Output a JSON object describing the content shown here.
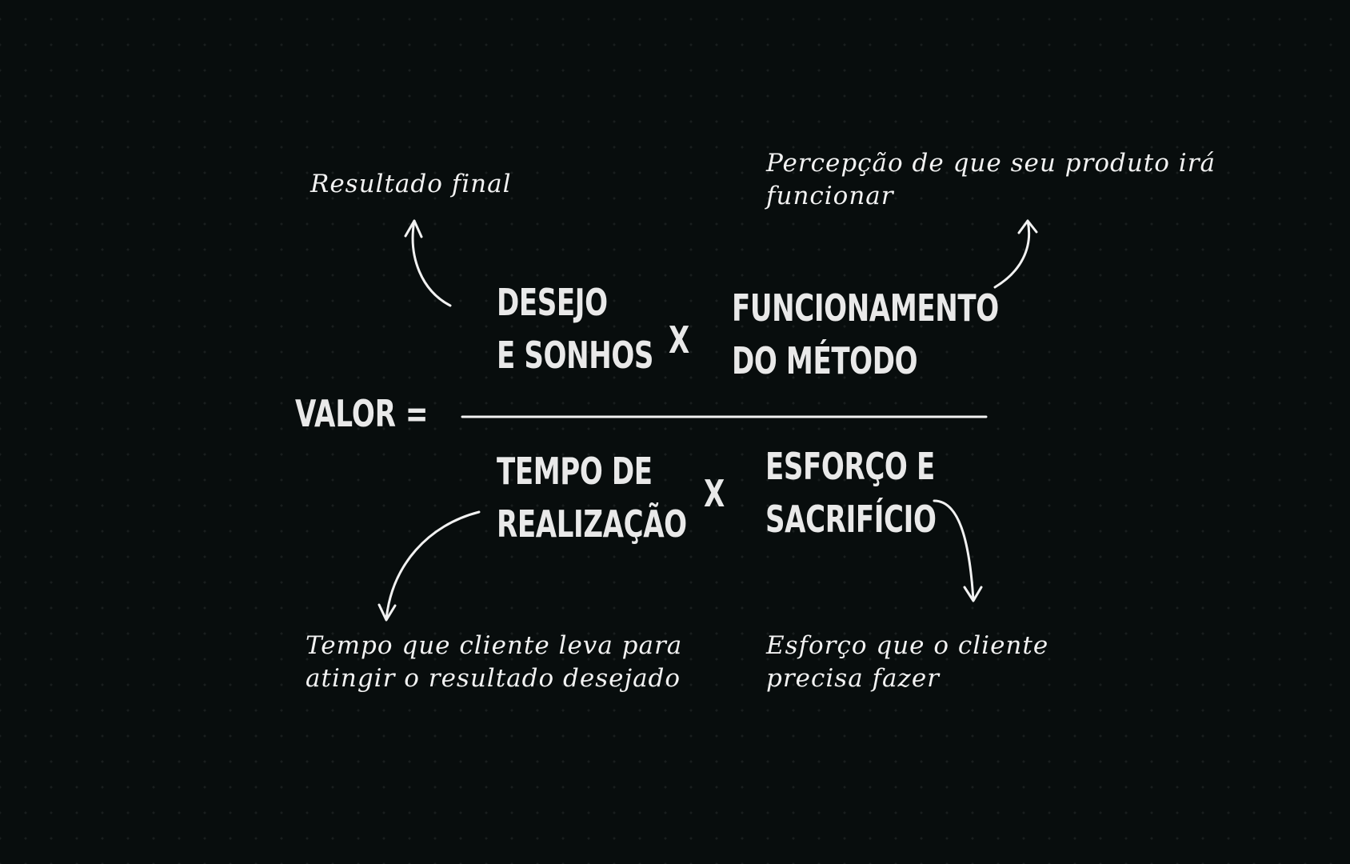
{
  "formula": {
    "lhs": "VALOR =",
    "numerator": {
      "term1": [
        "DESEJO",
        "E SONHOS"
      ],
      "operator": "X",
      "term2": [
        "FUNCIONAMENTO",
        "DO MÉTODO"
      ]
    },
    "denominator": {
      "term1": [
        "TEMPO DE",
        "REALIZAÇÃO"
      ],
      "operator": "X",
      "term2": [
        "ESFORÇO E",
        "SACRIFÍCIO"
      ]
    }
  },
  "annotations": {
    "desejo": [
      "Resultado final"
    ],
    "funcionamento": [
      "Percepção de que seu produto irá",
      "funcionar"
    ],
    "tempo": [
      "Tempo que cliente leva para",
      "atingir o resultado desejado"
    ],
    "esforco": [
      "Esforço que o cliente",
      "precisa fazer"
    ]
  },
  "colors": {
    "background": "#080d0d",
    "text": "#e9e9e9",
    "lines": "#f2f2f2"
  }
}
